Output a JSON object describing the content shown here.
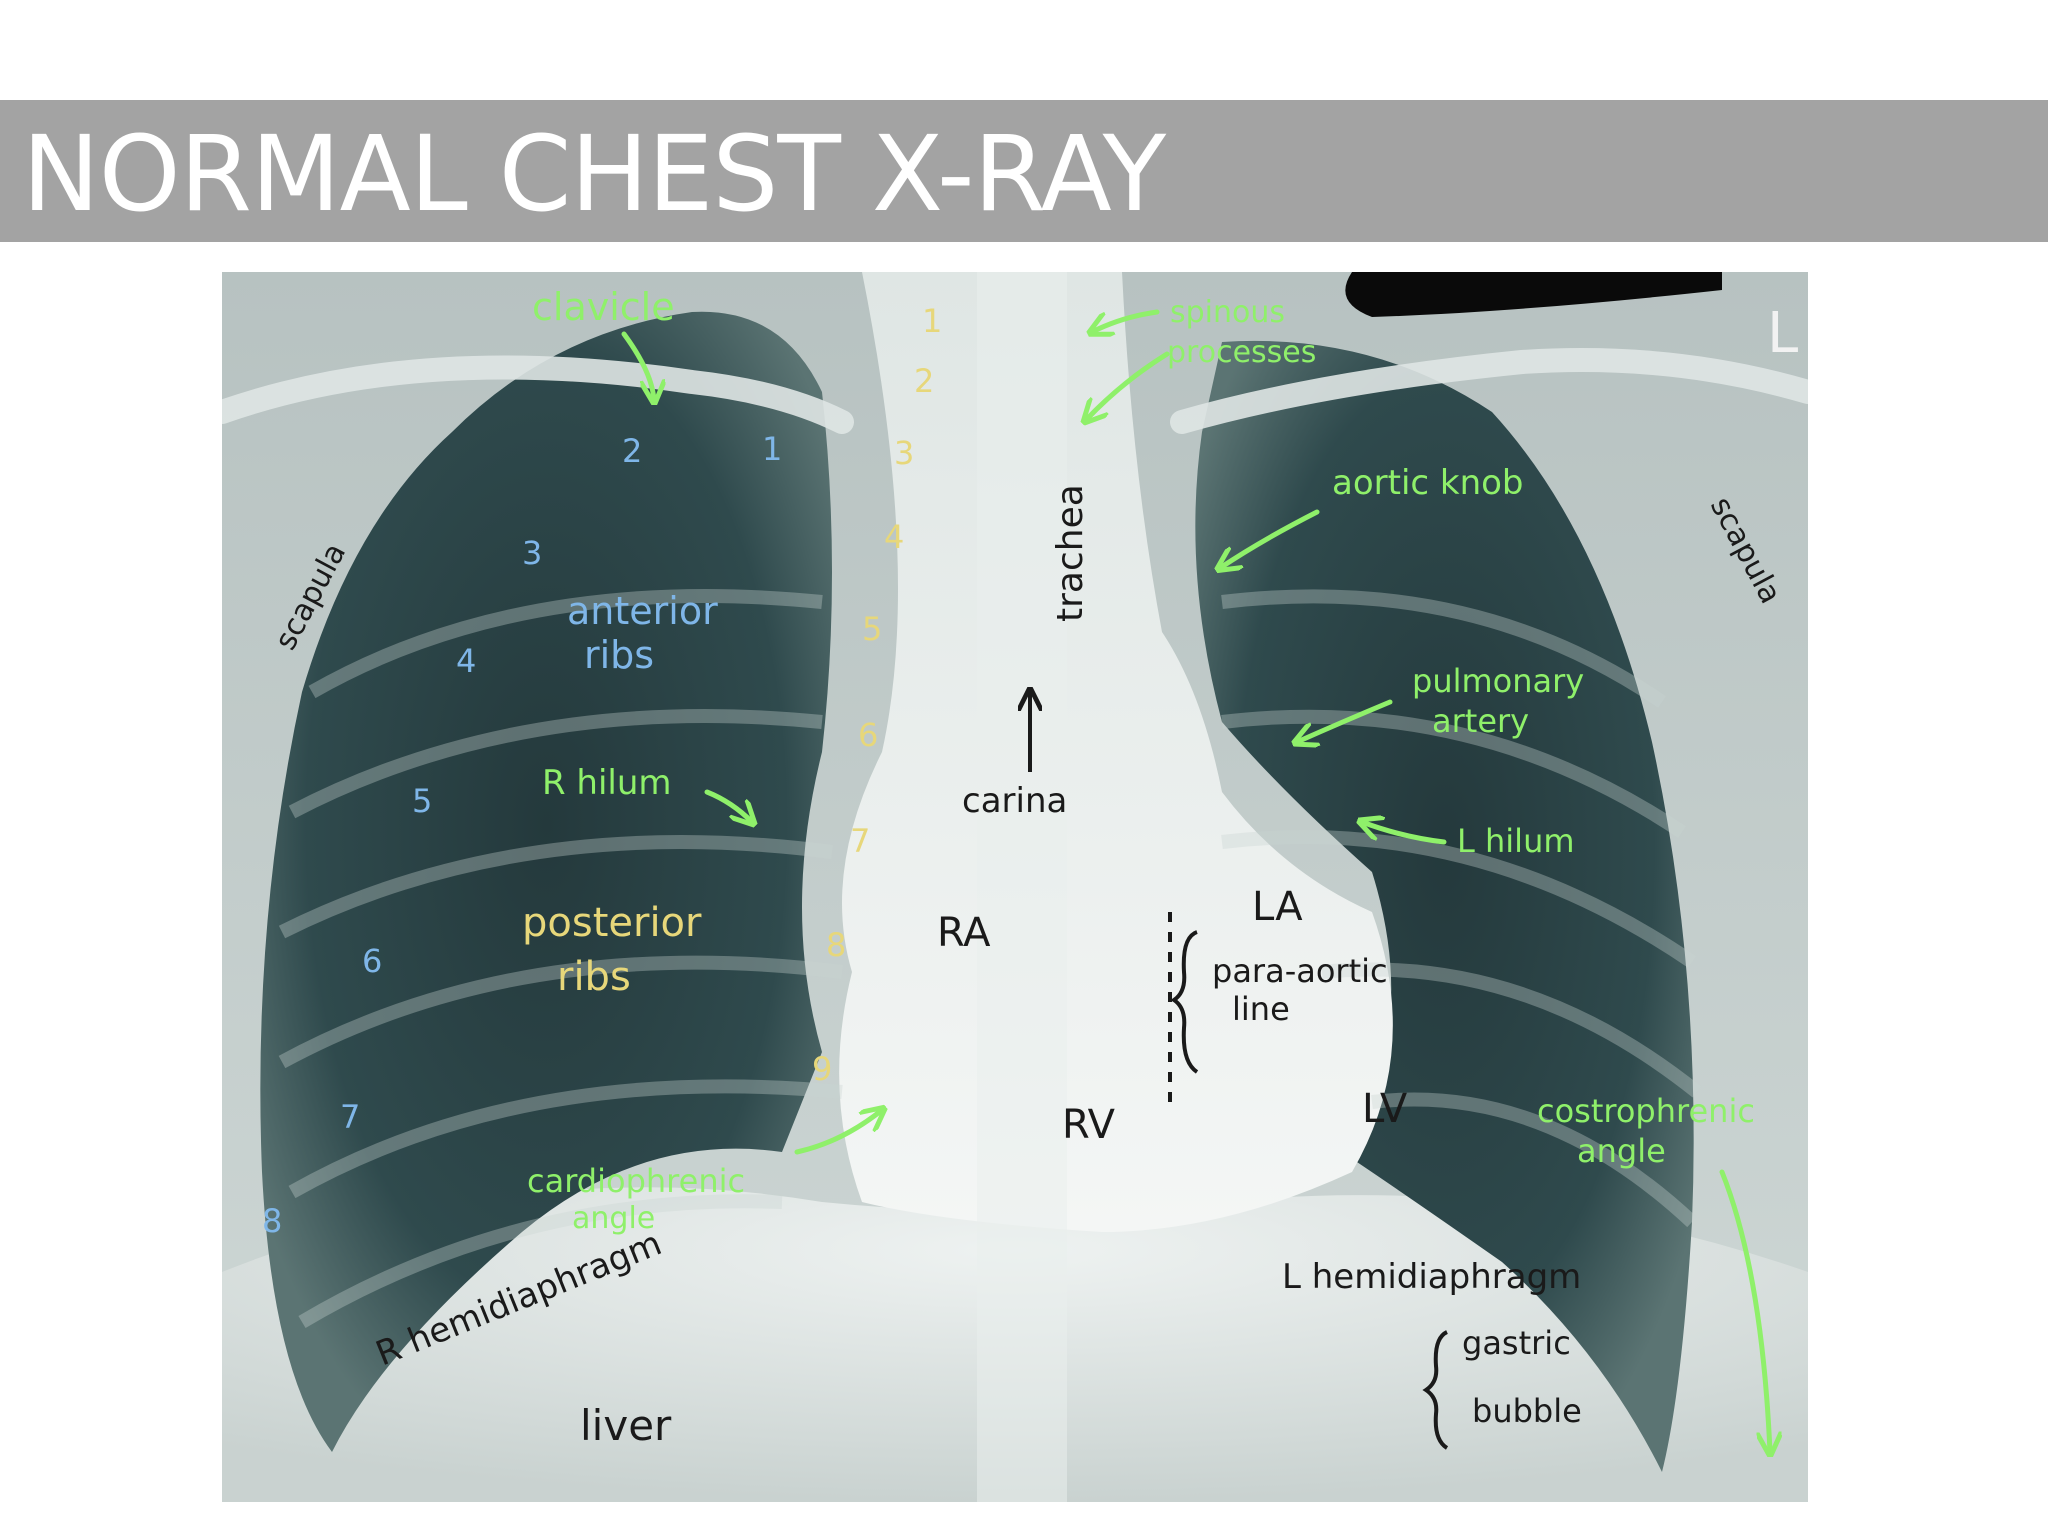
{
  "slide": {
    "title": "NORMAL CHEST X-RAY"
  },
  "xray": {
    "corner_marker": "L",
    "colors": {
      "annotation_green": "#8ff06a",
      "rib_number_blue": "#7fb6e8",
      "rib_number_yellow": "#e7d77a",
      "chamber_label_dark": "#1a1a1a"
    },
    "labels": {
      "clavicle": "clavicle",
      "spinous_processes_line1": "spinous",
      "spinous_processes_line2": "processes",
      "trachea": "trachea",
      "aortic_knob": "aortic knob",
      "scapula_right": "scapula",
      "scapula_left": "scapula",
      "anterior_ribs_line1": "anterior",
      "anterior_ribs_line2": "ribs",
      "pulmonary_artery_line1": "pulmonary",
      "pulmonary_artery_line2": "artery",
      "carina": "carina",
      "r_hilum": "R hilum",
      "l_hilum": "L hilum",
      "posterior_ribs_line1": "posterior",
      "posterior_ribs_line2": "ribs",
      "ra": "RA",
      "la": "LA",
      "para_aortic_line1": "para-aortic",
      "para_aortic_line2": "line",
      "rv": "RV",
      "lv": "LV",
      "costophrenic_line1": "costrophrenic",
      "costophrenic_line2": "angle",
      "cardiophrenic_line1": "cardiophrenic",
      "cardiophrenic_line2": "angle",
      "r_hemidiaphragm": "R hemidiaphragm",
      "l_hemidiaphragm": "L hemidiaphragm",
      "gastric_bubble_line1": "gastric",
      "gastric_bubble_line2": "bubble",
      "liver": "liver"
    },
    "anterior_rib_numbers": [
      "1",
      "2",
      "3",
      "4",
      "5",
      "6",
      "7",
      "8"
    ],
    "posterior_rib_numbers": [
      "1",
      "2",
      "3",
      "4",
      "5",
      "6",
      "7",
      "8",
      "9"
    ]
  }
}
